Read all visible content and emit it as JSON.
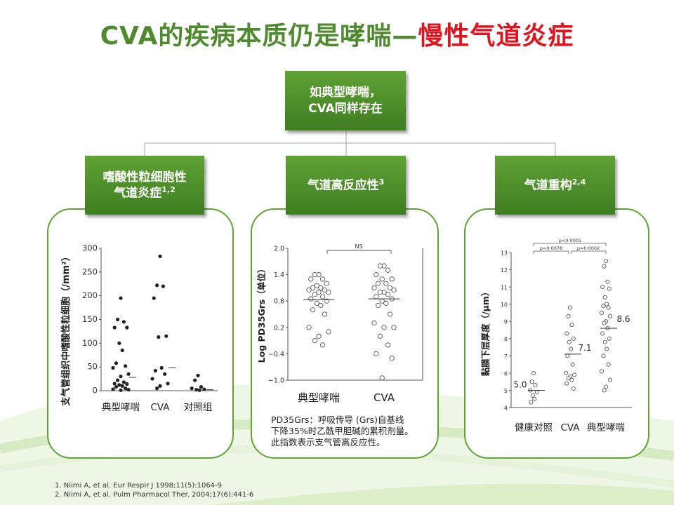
{
  "slide": {
    "title_part1": "CVA的疾病本质仍是哮喘—",
    "title_part2": "慢性气道炎症",
    "colors": {
      "green": "#4f8a2e",
      "red": "#e0141e",
      "box_green": "#5fa234",
      "border_green": "#5ea431"
    }
  },
  "top_box": {
    "line1": "如典型哮喘，",
    "line2": "CVA同样存在"
  },
  "boxes": [
    {
      "line1": "嗜酸性粒细胞性",
      "line2": "气道炎症",
      "sup": "1,2"
    },
    {
      "line1": "气道高反应性",
      "sup": "3"
    },
    {
      "line1": "气道重构",
      "sup": "2,4"
    }
  ],
  "chart_data": [
    {
      "type": "scatter",
      "ylabel": "支气管组织中嗜酸性粒细胞（/mm²）",
      "ylim": [
        0,
        300
      ],
      "yticks": [
        "300",
        "250",
        "200",
        "150",
        "100",
        "50",
        "0"
      ],
      "categories": [
        "典型哮喘",
        "CVA",
        "对照组"
      ],
      "points": [
        [
          195,
          150,
          145,
          133,
          133,
          100,
          85,
          58,
          52,
          48,
          35,
          30,
          22,
          18,
          15,
          14,
          12,
          10,
          8,
          5,
          3,
          2,
          1
        ],
        [
          283,
          222,
          220,
          195,
          115,
          113,
          48,
          42,
          35,
          25,
          15,
          10,
          5
        ],
        [
          32,
          22,
          8,
          5,
          3,
          2,
          1
        ]
      ],
      "medians": [
        28,
        48,
        2
      ]
    },
    {
      "type": "scatter",
      "ylabel": "Log PD35Grs（单位）",
      "ylim": [
        -1.0,
        2.0
      ],
      "yticks": [
        "2.0",
        "1.4",
        "0.8",
        "0.2",
        "−0.4",
        "−1.0"
      ],
      "categories": [
        "典型哮喘",
        "CVA"
      ],
      "points": [
        [
          1.4,
          1.4,
          1.3,
          1.3,
          1.2,
          1.15,
          1.1,
          1.1,
          1.05,
          1.05,
          1.0,
          1.0,
          0.95,
          0.9,
          0.85,
          0.8,
          0.75,
          0.7,
          0.6,
          0.5,
          0.2,
          0.1,
          0.0,
          -0.1,
          -0.2
        ],
        [
          1.6,
          1.6,
          1.5,
          1.4,
          1.3,
          1.3,
          1.2,
          1.2,
          1.1,
          1.1,
          1.05,
          1.0,
          1.0,
          0.95,
          0.9,
          0.85,
          0.8,
          0.75,
          0.7,
          0.5,
          0.3,
          0.2,
          0.2,
          0.0,
          -0.2,
          -0.4,
          -0.5,
          -0.95
        ]
      ],
      "medians": [
        0.83,
        0.85
      ],
      "annotation": "NS",
      "note_lines": [
        "PD35Grs：呼吸传导 (Grs)自基线",
        "下降35%时乙酰甲胆碱的累积剂量。",
        "此指数表示支气管高反应性。"
      ]
    },
    {
      "type": "scatter",
      "ylabel": "黏膜下层厚度（/μm）",
      "ylim": [
        4,
        13
      ],
      "yticks": [
        "13",
        "12",
        "11",
        "10",
        "9",
        "8",
        "7",
        "6",
        "5",
        "4"
      ],
      "categories": [
        "健康对照",
        "CVA",
        "典型哮喘"
      ],
      "points": [
        [
          6.0,
          5.5,
          5.3,
          5.0,
          4.9,
          4.7,
          4.5,
          4.3
        ],
        [
          9.8,
          9.3,
          8.8,
          8.3,
          8.0,
          7.8,
          7.4,
          7.0,
          6.5,
          6.0,
          5.9,
          5.8,
          5.7,
          5.6,
          5.4,
          5.1
        ],
        [
          12.5,
          12.2,
          11.3,
          11.0,
          10.9,
          10.4,
          10.0,
          9.9,
          9.8,
          9.5,
          9.3,
          9.0,
          8.9,
          8.6,
          8.3,
          8.0,
          7.8,
          7.4,
          7.0,
          6.5,
          6.1,
          5.6,
          5.2,
          5.0
        ]
      ],
      "medians": [
        5.0,
        7.1,
        8.6
      ],
      "median_labels": [
        "5.0",
        "7.1",
        "8.6"
      ],
      "pvalues": [
        "p<0·0001",
        "p=0·0078",
        "p=0·0002"
      ]
    }
  ],
  "references": [
    "1.   Niimi A, et al. Eur Respir J 1998;11(5):1064-9",
    "2.   Niimi A, et al. Pulm Pharmacol Ther. 2004;17(6):441-6"
  ]
}
